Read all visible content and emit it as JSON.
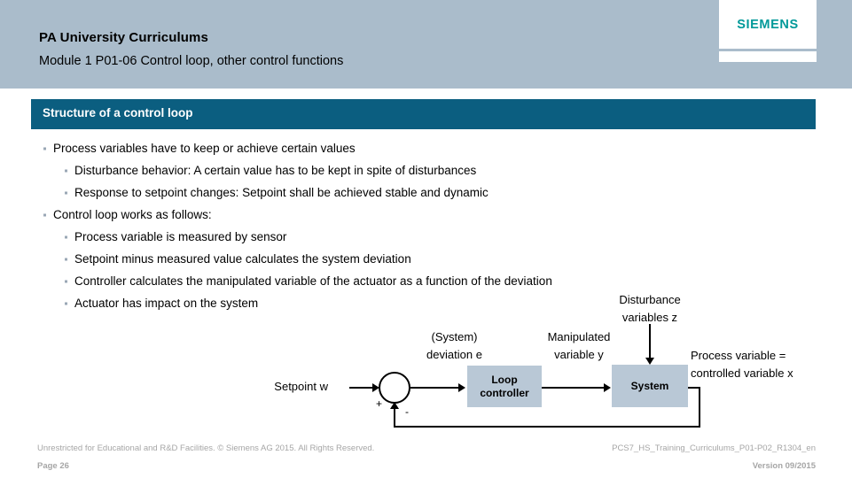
{
  "header": {
    "title": "PA University Curriculums",
    "subtitle": "Module 1 P01-06 Control loop, other control functions",
    "band_color": "#aabccb",
    "logo_text": "SIEMENS",
    "logo_color": "#009999"
  },
  "section": {
    "title": "Structure of a control loop",
    "bar_color": "#0b5e80"
  },
  "bullets": [
    {
      "level": 1,
      "text": "Process variables have to keep or achieve certain values"
    },
    {
      "level": 2,
      "text": "Disturbance behavior: A certain value has to be kept in spite of disturbances"
    },
    {
      "level": 2,
      "text": "Response to setpoint changes: Setpoint shall be achieved stable and dynamic"
    },
    {
      "level": 1,
      "text": "Control loop works as follows:"
    },
    {
      "level": 2,
      "text": "Process variable is measured by sensor"
    },
    {
      "level": 2,
      "text": "Setpoint minus measured value calculates the system deviation"
    },
    {
      "level": 2,
      "text": "Controller calculates the manipulated variable of the actuator as a function of the deviation"
    },
    {
      "level": 2,
      "text": "Actuator has impact on the system"
    }
  ],
  "diagram": {
    "block_fill": "#b9c8d6",
    "setpoint_label": "Setpoint w",
    "deviation_label_line1": "(System)",
    "deviation_label_line2": "deviation e",
    "plus_sign": "+",
    "minus_sign": "-",
    "controller_label_line1": "Loop",
    "controller_label_line2": "controller",
    "manipulated_label_line1": "Manipulated",
    "manipulated_label_line2": "variable y",
    "disturbance_label_line1": "Disturbance",
    "disturbance_label_line2": "variables z",
    "system_label": "System",
    "process_label_line1": "Process variable =",
    "process_label_line2": "controlled variable x"
  },
  "footer": {
    "copyright": "Unrestricted for Educational and R&D Facilities. © Siemens AG 2015. All Rights Reserved.",
    "page": "Page 26",
    "document_id": "PCS7_HS_Training_Curriculums_P01-P02_R1304_en",
    "version": "Version 09/2015"
  }
}
